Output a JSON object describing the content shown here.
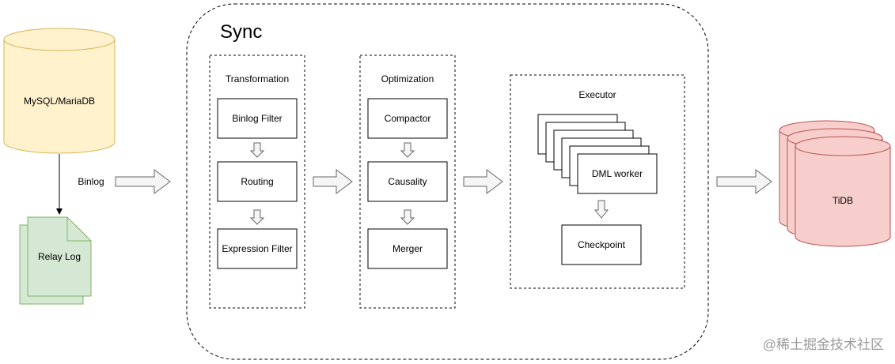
{
  "source": {
    "label": "MySQL/MariaDB",
    "edge_label": "Binlog"
  },
  "relay_log": {
    "label": "Relay Log"
  },
  "sync": {
    "title": "Sync",
    "transformation": {
      "title": "Transformation",
      "steps": [
        "Binlog Filter",
        "Routing",
        "Expression Filter"
      ]
    },
    "optimization": {
      "title": "Optimization",
      "steps": [
        "Compactor",
        "Causality",
        "Merger"
      ]
    },
    "executor": {
      "title": "Executor",
      "worker_label": "DML worker",
      "checkpoint_label": "Checkpoint"
    }
  },
  "target": {
    "label": "TiDB"
  },
  "watermark": "@稀土掘金技术社区",
  "colors": {
    "source_fill": "#fff2cc",
    "source_stroke": "#d6b656",
    "relay_fill": "#d5e8d4",
    "relay_stroke": "#82b366",
    "tidb_fill": "#f8cecc",
    "tidb_stroke": "#b85450",
    "arrow_fill": "#f5f5f5",
    "arrow_stroke": "#666666"
  }
}
